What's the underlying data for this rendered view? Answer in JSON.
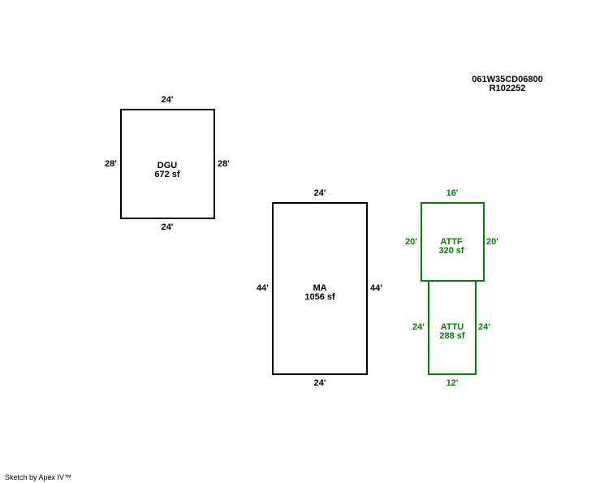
{
  "header": {
    "map_id": "061W35CD06800",
    "record_id": "R102252"
  },
  "areas": {
    "dgu": {
      "name": "DGU",
      "area": "672 sf",
      "top": "24'",
      "bottom": "24'",
      "left": "28'",
      "right": "28'"
    },
    "ma": {
      "name": "MA",
      "area": "1056 sf",
      "top": "24'",
      "bottom": "24'",
      "left": "44'",
      "right": "44'"
    },
    "attf": {
      "name": "ATTF",
      "area": "320 sf",
      "top": "16'",
      "left": "20'",
      "right": "20'"
    },
    "attu": {
      "name": "ATTU",
      "area": "288 sf",
      "bottom": "12'",
      "left": "24'",
      "right": "24'"
    }
  },
  "colors": {
    "main": "#000000",
    "attached": "#008000"
  },
  "footer": {
    "credit": "Sketch by Apex IV™"
  }
}
